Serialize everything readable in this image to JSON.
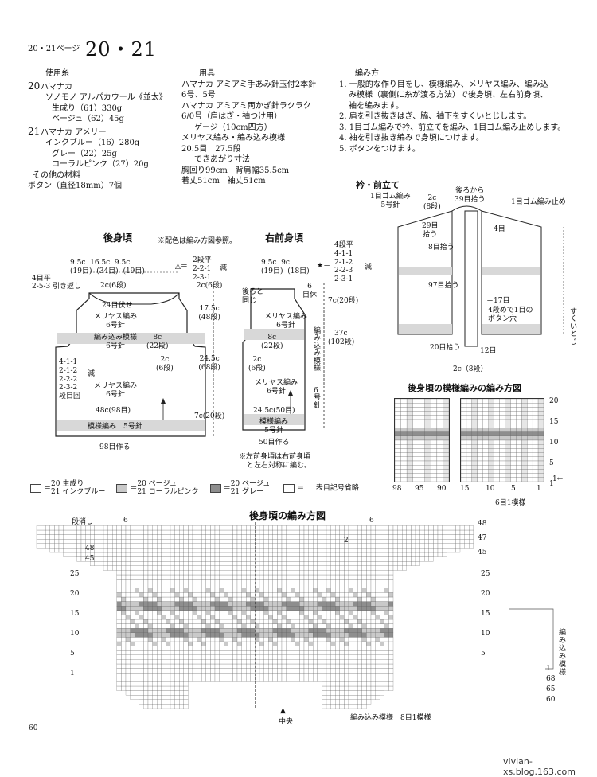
{
  "page_header": {
    "ref": "20・21ページ",
    "title": "20・21"
  },
  "materials": {
    "heading": "使用糸",
    "lines": [
      {
        "num": "20",
        "text": "ハマナカ"
      },
      {
        "num": "",
        "text": "ソノモノ アルパカウール《並太》"
      },
      {
        "num": "",
        "text": "生成り（61）330g"
      },
      {
        "num": "",
        "text": "ベージュ（62）45g"
      },
      {
        "num": "21",
        "text": "ハマナカ アメリー"
      },
      {
        "num": "",
        "text": "インクブルー（16）280g"
      },
      {
        "num": "",
        "text": "グレー（22）25g"
      },
      {
        "num": "",
        "text": "コーラルピンク（27）20g"
      },
      {
        "num": "",
        "text": "その他の材料"
      },
      {
        "num": "",
        "text": "ボタン（直径18mm）7個"
      }
    ]
  },
  "tools": {
    "heading": "用具",
    "lines": [
      "ハマナカ アミアミ手あみ針玉付2本針",
      "6号、5号",
      "ハマナカ アミアミ両かぎ針ラクラク",
      "6/0号（肩はぎ・袖つけ用）",
      "ゲージ（10cm四方）",
      "メリヤス編み・編み込み模様",
      "20.5目　27.5段",
      "できあがり寸法",
      "胸回り99cm　背肩幅35.5cm",
      "着丈51cm　袖丈51cm"
    ]
  },
  "method": {
    "heading": "編み方",
    "lines": [
      "1. 一般的な作り目をし、模様編み、メリヤス編み、編み込",
      "み模様（裏側に糸が渡る方法）で後身頃、左右前身頃、",
      "袖を編みます。",
      "2. 肩を引き抜きはぎ、脇、袖下をすくいとじします。",
      "3. 1目ゴム編みで衿、前立てを編み、1目ゴム編み止めします。",
      "4. 袖を引き抜き編みで身頃につけます。",
      "5. ボタンをつけます。"
    ]
  },
  "back_body": {
    "title": "後身頃",
    "note": "※配色は編み方図参照。",
    "top_widths": [
      "9.5c",
      "16.5c",
      "9.5c"
    ],
    "top_rows": [
      "(19目)",
      "(34目)",
      "(19目)"
    ],
    "shoulder_label": "△＝",
    "shoulder_steps": [
      "2段平",
      "2-2-1",
      "2-3-1"
    ],
    "shoulder_suffix": "減",
    "armhole_flat": "4目平",
    "armhole_bind": "2-5-3 引き返し",
    "neck_depth": "2c(6段)",
    "neck_stitches": "24目伏せ",
    "upper_fabric": [
      "メリヤス編み",
      "6号針"
    ],
    "colorwork": [
      "編み込み模様",
      "6号針"
    ],
    "colorwork_h": [
      "8c",
      "(22段)"
    ],
    "lower_edge_h": [
      "2c",
      "(6段)"
    ],
    "dec_steps": [
      "4-1-1",
      "2-1-2",
      "2-2-2",
      "2-3-2",
      "段目回"
    ],
    "dec_label": "減",
    "lower_fabric": [
      "メリヤス編み",
      "6号針"
    ],
    "width": "48c(98目)",
    "ribbing": "模様編み　5号針",
    "cast_on": "98目作る",
    "right_dims": [
      "2c(6段)",
      "17.5c",
      "(48段)",
      "24.5c",
      "(68段)",
      "7c(20段)"
    ]
  },
  "front_body": {
    "title": "右前身頃",
    "top_widths": [
      "9.5c",
      "9c"
    ],
    "top_rows": [
      "(19目)",
      "(18目)"
    ],
    "star_label": "★＝",
    "star_steps": [
      "4段平",
      "4-1-1",
      "2-1-2",
      "2-2-3",
      "2-3-1"
    ],
    "star_suffix": "減",
    "back_same": [
      "後ろと",
      "同じ"
    ],
    "top_flat": [
      "6",
      "目休"
    ],
    "upper_fabric": [
      "メリヤス編み",
      "6号針"
    ],
    "colorwork_h": [
      "8c",
      "(22段)"
    ],
    "lower_edge_h": [
      "2c",
      "(6段)"
    ],
    "lower_fabric": [
      "メリヤス編み",
      "6号針"
    ],
    "side_label": [
      "編み込み模様",
      "6号針"
    ],
    "width": "24.5c(50目)",
    "ribbing": [
      "模様編み",
      "5号針"
    ],
    "cast_on": "50目作る",
    "right_dims": [
      "7c(20段)",
      "37c",
      "(102段)"
    ],
    "note": [
      "※左前身頃は右前身頃",
      "と左右対称に編む。"
    ]
  },
  "collar": {
    "title": "衿・前立て",
    "rib": [
      "1目ゴム編み",
      "5号針"
    ],
    "back_pick": [
      "後ろから",
      "39目拾う"
    ],
    "neck_h": [
      "2c",
      "(8段)"
    ],
    "bind_off": "1目ゴム編み止め",
    "side_pick": [
      "29目",
      "拾う"
    ],
    "pick8": "8目拾う",
    "four": "4目",
    "pick97": "97目拾う",
    "mark17": "＝17目",
    "buttonhole": [
      "4段めで1目の",
      "ボタン穴"
    ],
    "seam": [
      "すくいとじ"
    ],
    "pick20": "20目拾う",
    "twelve": "12目",
    "bottom_h": "2c（8段）"
  },
  "pattern_chart": {
    "title": "後身頃の模様編みの編み方図",
    "right_ticks": [
      "20",
      "15",
      "10",
      "5",
      "1"
    ],
    "bottom_left": [
      "98",
      "95",
      "90"
    ],
    "bottom_right": [
      "15",
      "10",
      "5",
      "1"
    ],
    "repeat": "6目1模様",
    "arrow": "1←"
  },
  "legend": {
    "items": [
      {
        "nums": [
          "20",
          "21"
        ],
        "label": [
          "生成り",
          "インクブルー"
        ],
        "color": "#ffffff"
      },
      {
        "nums": [
          "20",
          "21"
        ],
        "label": [
          "ベージュ",
          "コーラルピンク"
        ],
        "color": "#c9c9c9"
      },
      {
        "nums": [
          "20",
          "21"
        ],
        "label": [
          "ベージュ",
          "グレー"
        ],
        "color": "#8e8e8e"
      }
    ],
    "symbol_note": "＝ ｜ 表目記号省略"
  },
  "main_chart": {
    "title": "後身頃の編み方図",
    "bind_off_label": "段消し",
    "top_left": [
      "48",
      "45"
    ],
    "top_right": [
      "48",
      "47",
      "45"
    ],
    "top_marks": [
      "6",
      "2",
      "6"
    ],
    "left_rows": [
      "25",
      "20",
      "15",
      "10",
      "5",
      "1"
    ],
    "right_rows": [
      "25",
      "20",
      "15",
      "10",
      "5"
    ],
    "right_low": [
      "1",
      "68",
      "65",
      "60"
    ],
    "colorwork_label": [
      "編",
      "み",
      "込",
      "み",
      "模",
      "様"
    ],
    "center": "中央",
    "bottom_note": "編み込み模様　8目1模様"
  },
  "page_number": "60",
  "watermark": "vivian-xs.blog.163.com"
}
